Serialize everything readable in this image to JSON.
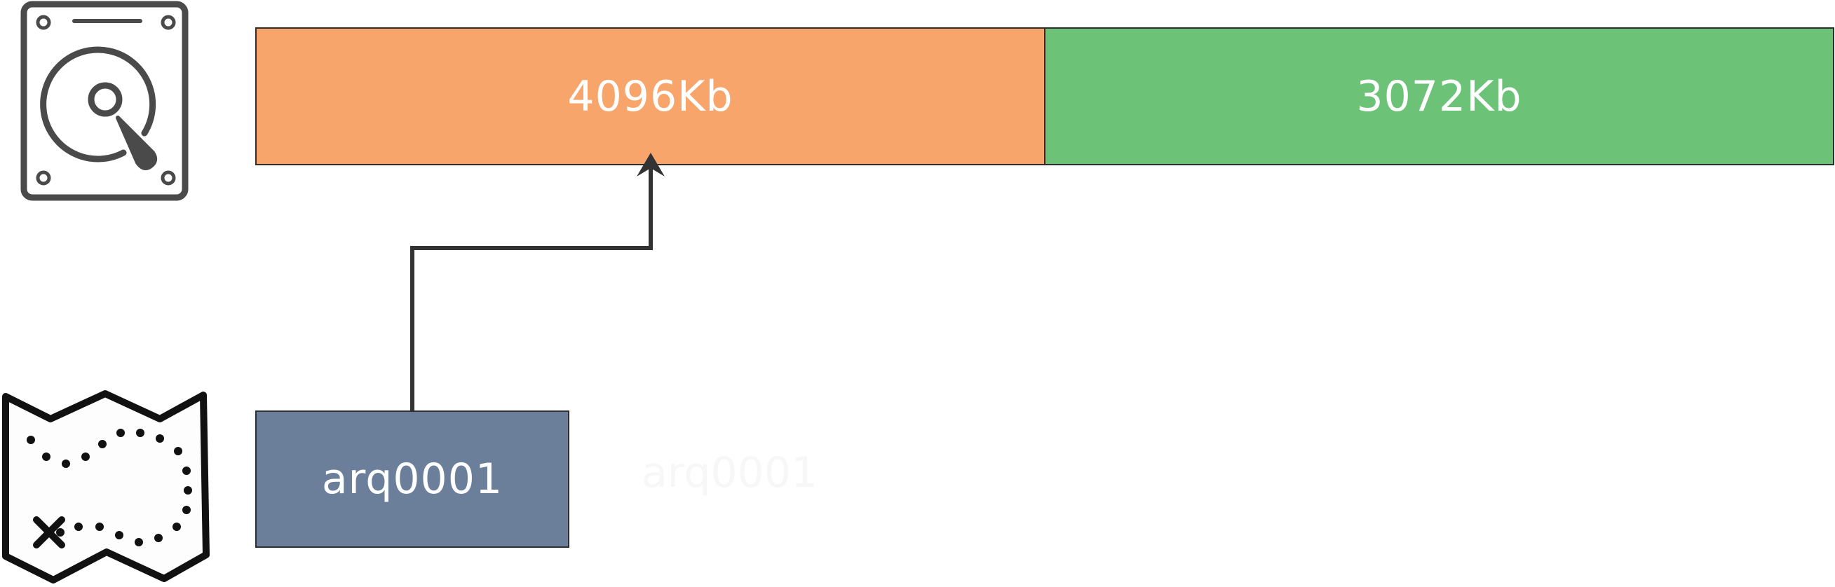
{
  "disk": {
    "segments": [
      {
        "label": "4096Kb",
        "color": "#f7a56b"
      },
      {
        "label": "3072Kb",
        "color": "#6cc276"
      }
    ]
  },
  "file": {
    "label": "arq0001",
    "color": "#6b7f9b"
  },
  "ghost_label": "arq0001",
  "icons": {
    "disk": "hard-drive-icon",
    "map": "treasure-map-icon"
  }
}
